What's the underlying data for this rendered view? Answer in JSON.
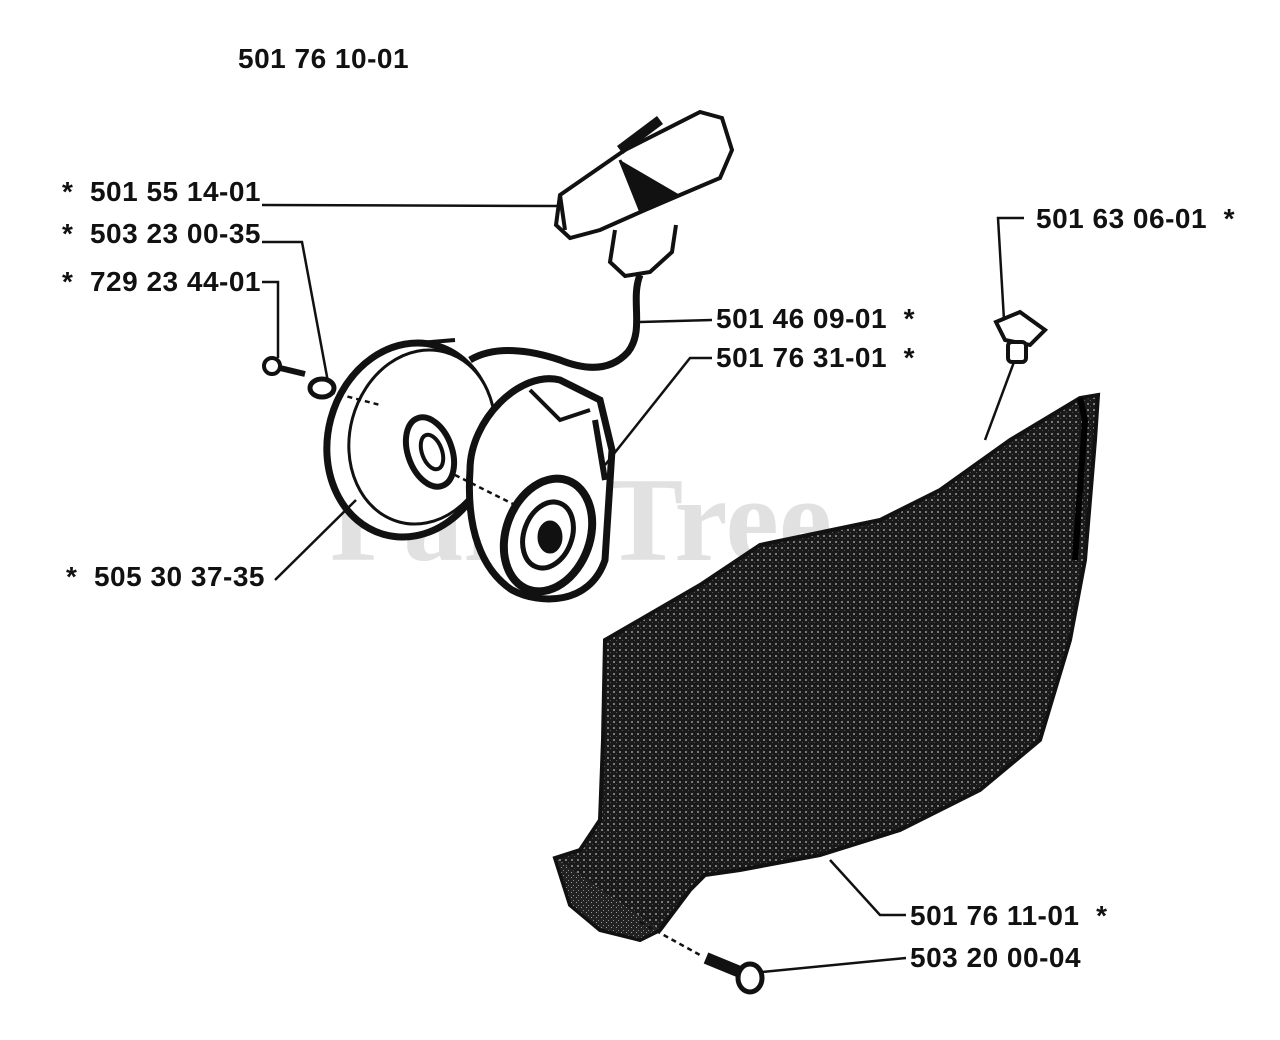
{
  "assembly_number": "501 76 10-01",
  "watermark": "PartsTree",
  "parts": {
    "handle": {
      "star": "*",
      "number": "501 55 14-01"
    },
    "washer": {
      "star": "*",
      "number": "503 23 00-35"
    },
    "screw": {
      "star": "*",
      "number": "729 23 44-01"
    },
    "pulley": {
      "star": "*",
      "number": "505 30 37-35"
    },
    "plug": {
      "number": "501 63 06-01",
      "star": "*"
    },
    "rope": {
      "number": "501 46 09-01",
      "star": "*"
    },
    "spring_housing": {
      "number": "501 76 31-01",
      "star": "*"
    },
    "cover": {
      "number": "501 76 11-01",
      "star": "*"
    },
    "cover_screw": {
      "number": "503 20 00-04"
    }
  },
  "colors": {
    "ink": "#111111",
    "watermark": "#d9d9d9",
    "hatch": "#1a1a1a"
  }
}
